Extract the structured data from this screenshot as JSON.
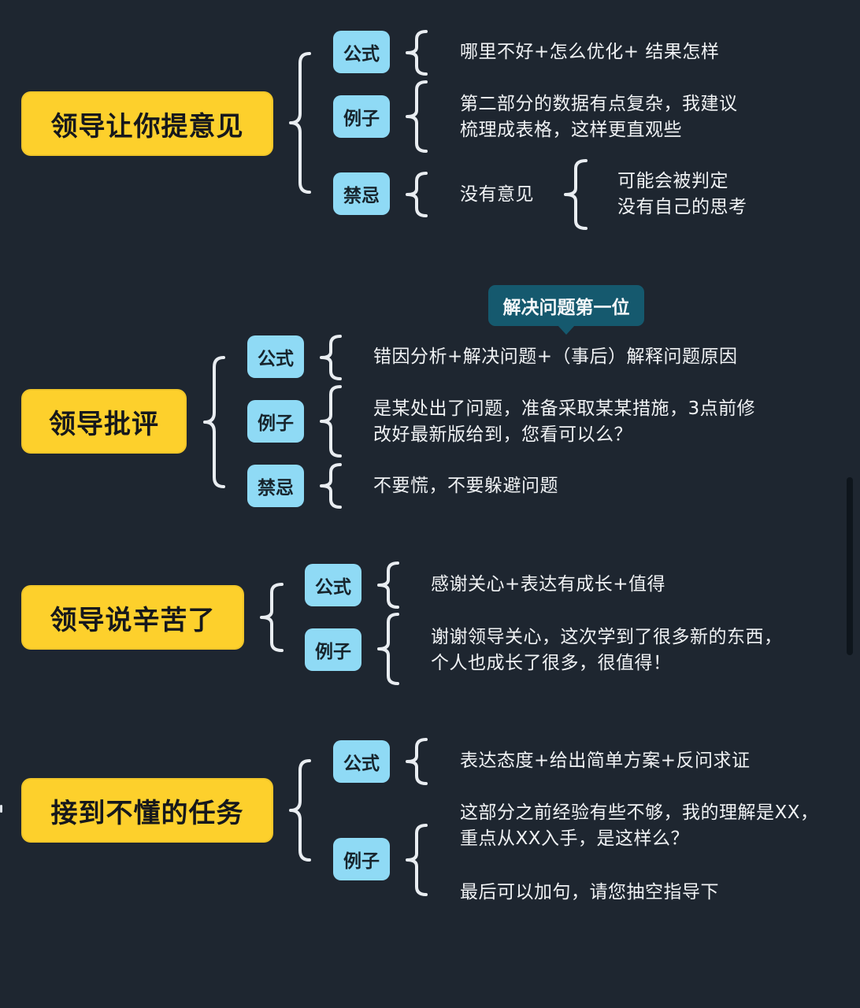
{
  "sections": [
    {
      "topic": "领导让你提意见",
      "items": [
        {
          "tag": "公式",
          "lines": [
            "哪里不好+怎么优化+ 结果怎样"
          ]
        },
        {
          "tag": "例子",
          "lines": [
            "第二部分的数据有点复杂，我建议",
            "梳理成表格，这样更直观些"
          ]
        },
        {
          "tag": "禁忌",
          "lines": [
            "没有意见"
          ],
          "sub": {
            "lines": [
              "可能会被判定",
              "没有自己的思考"
            ]
          }
        }
      ]
    },
    {
      "topic": "领导批评",
      "callout": "解决问题第一位",
      "items": [
        {
          "tag": "公式",
          "lines": [
            "错因分析+解决问题+（事后）解释问题原因"
          ]
        },
        {
          "tag": "例子",
          "lines": [
            "是某处出了问题，准备采取某某措施，3点前修",
            "改好最新版给到，您看可以么？"
          ]
        },
        {
          "tag": "禁忌",
          "lines": [
            "不要慌，不要躲避问题"
          ]
        }
      ]
    },
    {
      "topic": "领导说辛苦了",
      "items": [
        {
          "tag": "公式",
          "lines": [
            "感谢关心+表达有成长+值得"
          ]
        },
        {
          "tag": "例子",
          "lines": [
            "谢谢领导关心，这次学到了很多新的东西，",
            "个人也成长了很多，很值得！"
          ]
        }
      ]
    },
    {
      "topic": "接到不懂的任务",
      "items": [
        {
          "tag": "公式",
          "lines": [
            "表达态度+给出简单方案+反问求证"
          ]
        },
        {
          "tag": "例子",
          "lines": [
            "这部分之前经验有些不够，我的理解是XX，",
            "重点从XX入手，是这样么？",
            "",
            "最后可以加句，请您抽空指导下"
          ]
        }
      ]
    }
  ],
  "colors": {
    "background": "#1e2630",
    "topic_fill": "#fdd02c",
    "tag_fill": "#8fdaf5",
    "callout_fill": "#15596e",
    "text": "#f0f2f4"
  }
}
